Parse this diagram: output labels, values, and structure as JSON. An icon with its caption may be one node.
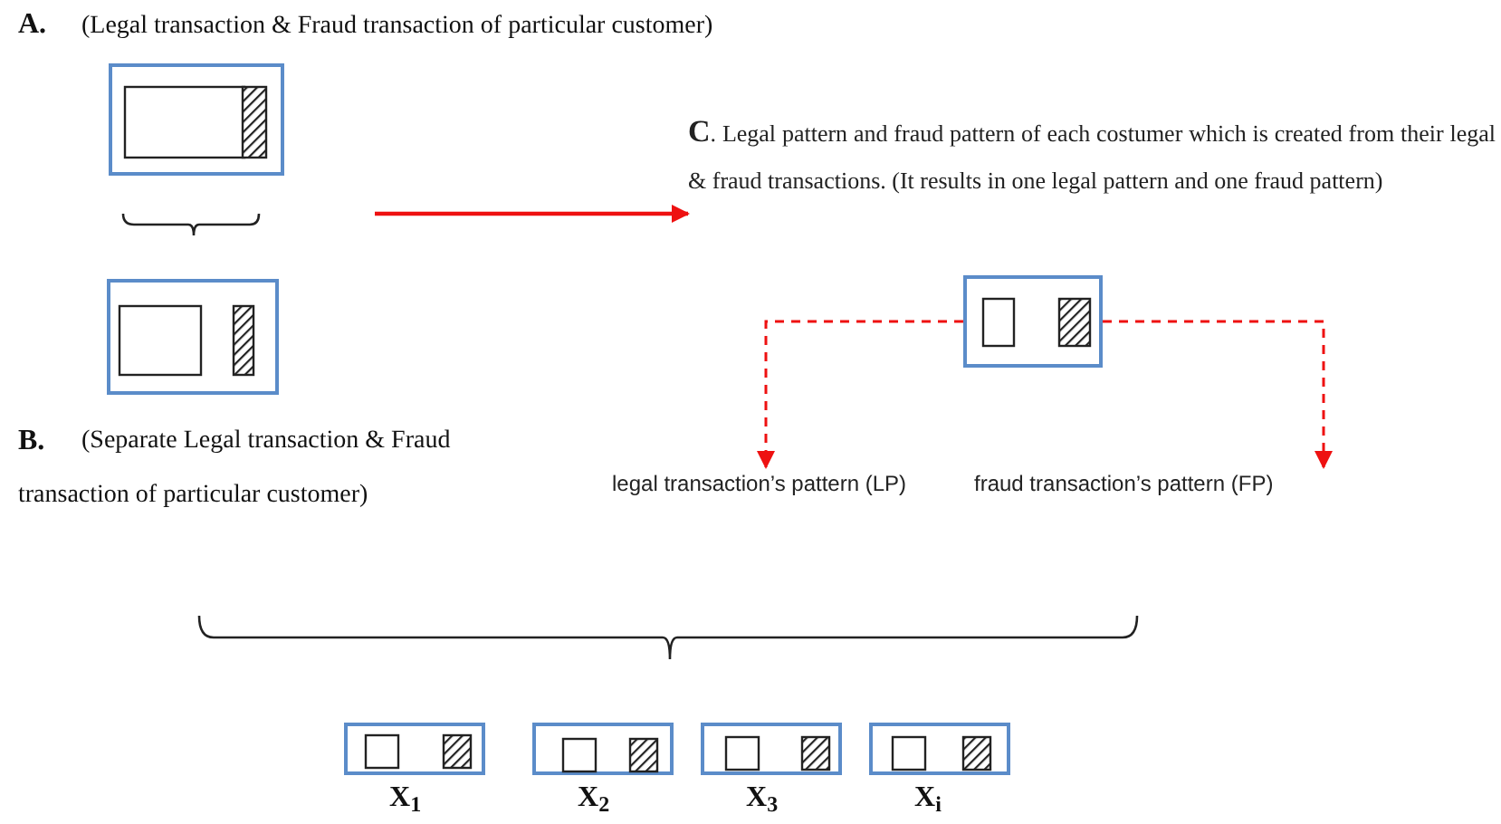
{
  "diagram": {
    "nodes": [
      {
        "text": [],
        "shape": "box"
      },
      {
        "text": [],
        "shape": "box"
      },
      {
        "text": [
          "**C**. Legal pattern and fraud pattern of each costumer which is created from their legal & fraud transactions. (It results in one legal pattern and one fraud pattern)"
        ]
      },
      {
        "text": [],
        "shape": "box"
      },
      {
        "text": [
          "legal transaction’s pattern (LP)"
        ]
      },
      {
        "text": [
          "fraud transaction’s pattern (FP)"
        ]
      },
      {
        "text": [],
        "shape": "box",
        "beside": [
          "X$_{1}$"
        ]
      },
      {
        "text": [],
        "shape": "box",
        "beside": [
          "X$_{2}$"
        ]
      },
      {
        "text": [],
        "shape": "box",
        "beside": [
          "X$_{3}$"
        ]
      },
      {
        "text": [],
        "shape": "box",
        "beside": [
          "X$_{i}$"
        ]
      }
    ],
    "edges": [
      {
        "from": null,
        "to": 2,
        "arrow": "to"
      },
      {
        "from": 3,
        "to": 4,
        "arrow": "to",
        "style": "dashed"
      },
      {
        "from": 3,
        "to": 5,
        "arrow": "to",
        "style": "dashed"
      }
    ],
    "labels": [
      "A.",
      "(Legal transaction & Fraud transaction of particular customer)",
      "B.",
      "(Separate Legal transaction & Fraud transaction of particular customer)"
    ]
  }
}
